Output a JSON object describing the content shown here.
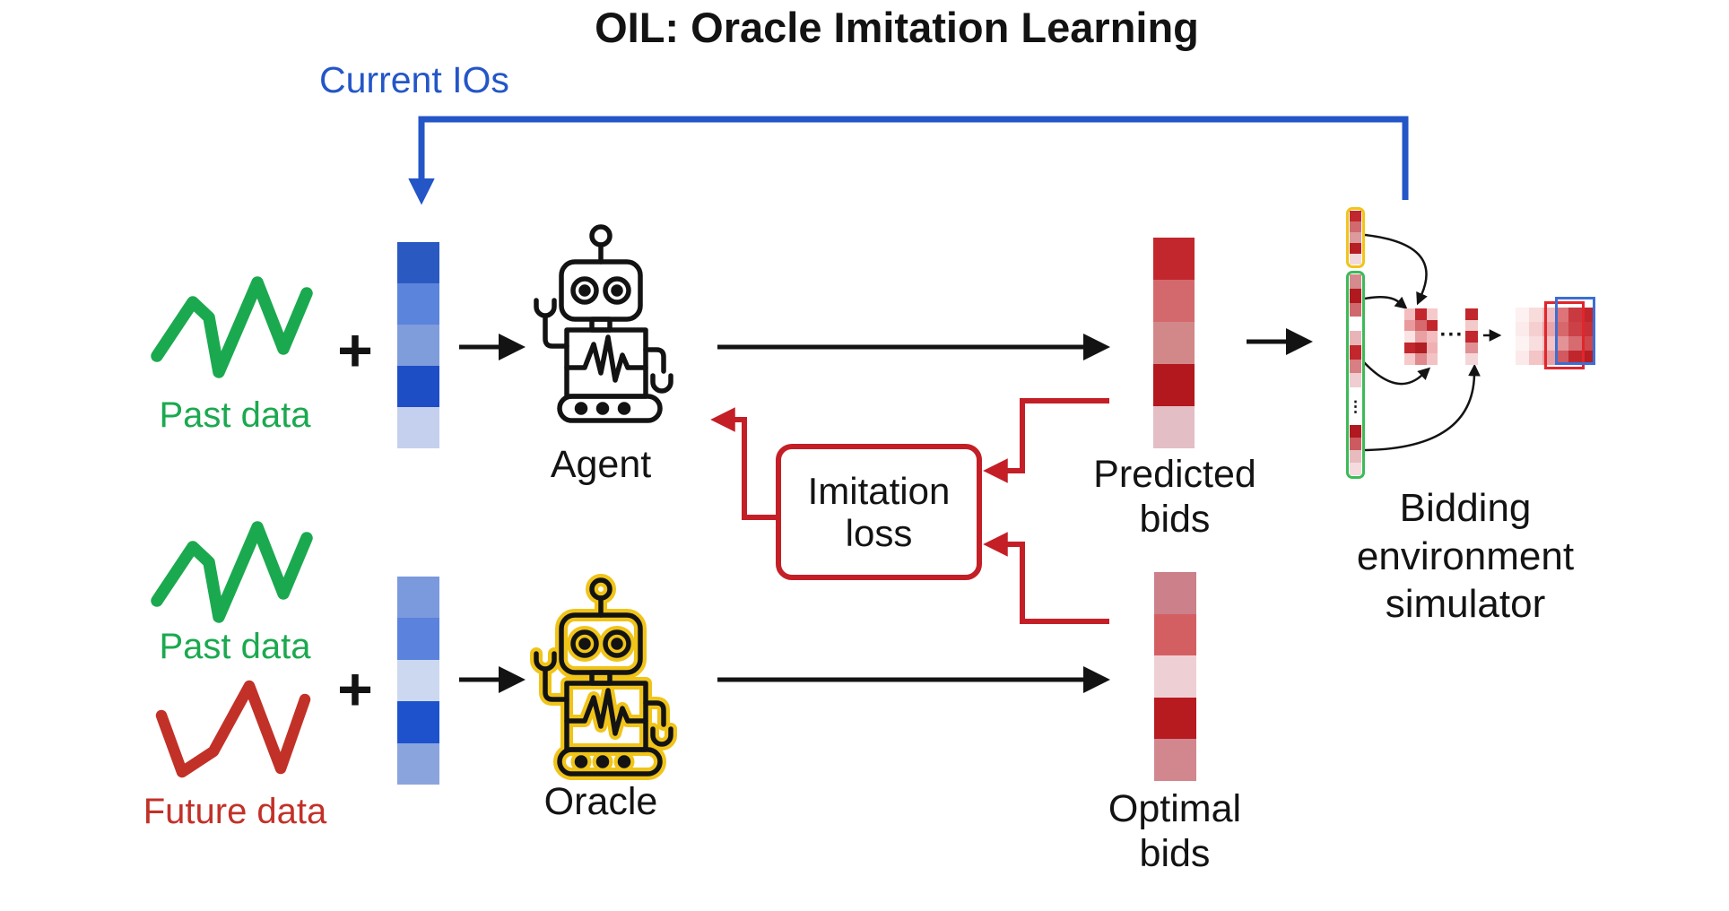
{
  "title": "OIL: Oracle Imitation Learning",
  "labels": {
    "current_ios": "Current IOs",
    "past_data_top": "Past data",
    "past_data_bottom": "Past data",
    "future_data": "Future data",
    "plus": "+",
    "agent": "Agent",
    "oracle": "Oracle",
    "imitation_loss": "Imitation\nloss",
    "predicted_bids": "Predicted\nbids",
    "optimal_bids": "Optimal\nbids",
    "simulator": "Bidding\nenvironment\nsimulator",
    "ellipsis_h": "···",
    "ellipsis_v": "⋮"
  },
  "colors": {
    "blue": "#2456c7",
    "green": "#1ba94f",
    "red": "#c41f26",
    "future_red": "#c23128",
    "yellow": "#f0c419",
    "green_box": "#3dba58",
    "red_box": "#e0262c",
    "blue_box": "#3b6fd4"
  },
  "vectors": {
    "input_top": [
      "#2a5ac1",
      "#5b84dc",
      "#7f9cdb",
      "#1d4ec6",
      "#c5d0ee"
    ],
    "input_bottom": [
      "#7b99dd",
      "#5b82dd",
      "#ccd8f0",
      "#1d52cc",
      "#8aa4de"
    ],
    "predicted_bids": [
      "#c1272d",
      "#d4696d",
      "#d28788",
      "#b2181d",
      "#e3bec5"
    ],
    "optimal_bids": [
      "#cc8089",
      "#d45f63",
      "#eed0d4",
      "#b71a1f",
      "#d2868d"
    ],
    "sim_input_yellow": [
      "#c1272d",
      "#d06a6e",
      "#dc9a9c",
      "#b71e24",
      "#f2dadc"
    ],
    "sim_input_green_upper": [
      "#d58a8d",
      "#b0191f",
      "#d0696d",
      "#ffffff",
      "#e8b4b7",
      "#c1272d",
      "#d77f82",
      "#f0cdd0"
    ],
    "sim_input_green_lower": [
      "#b0191f",
      "#cc5a5f",
      "#e8bcbf",
      "#f5dbdd"
    ],
    "sim_matrix": [
      "#f3bcbe",
      "#c1272d",
      "#f6caca",
      "#e89a9c",
      "#d5696d",
      "#c1272d",
      "#fbe3e3",
      "#e9a0a2",
      "#f3bcbe",
      "#c1272d",
      "#b01e23",
      "#f0b0b3",
      "#f6caca",
      "#e0898d",
      "#f2c2c4"
    ],
    "sim_column": [
      "#c1272d",
      "#f2caca",
      "#c1272d",
      "#e09094",
      "#f5d6d8"
    ],
    "sim_heatmap": [
      "#fdf1f1",
      "#f8dcdc",
      "#f2bcbe",
      "#dd7478",
      "#c93a40",
      "#bf272d",
      "#fcebeb",
      "#f5cfd0",
      "#eba5a8",
      "#d6686c",
      "#cc4147",
      "#c63036",
      "#fdf3f3",
      "#f8dedf",
      "#f3c3c5",
      "#e39296",
      "#d66c70",
      "#ce474c",
      "#fceaea",
      "#f3c5c6",
      "#e9a0a3",
      "#d05a5f",
      "#bf272d",
      "#b51e24"
    ]
  }
}
